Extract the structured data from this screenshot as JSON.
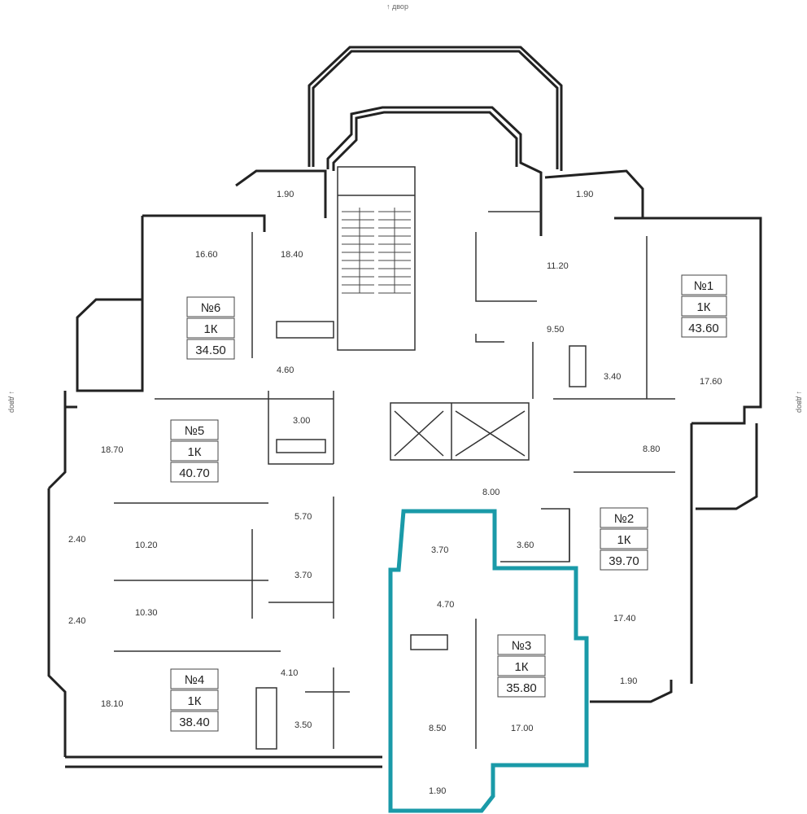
{
  "compass": {
    "top": "↑ двор",
    "left": "↓ двор",
    "right": "↓ двор"
  },
  "areas": {
    "a_1_90_tl": "1.90",
    "a_16_60": "16.60",
    "a_18_40": "18.40",
    "a_4_60": "4.60",
    "a_3_00": "3.00",
    "a_18_70": "18.70",
    "a_5_70": "5.70",
    "a_2_40_a": "2.40",
    "a_10_20": "10.20",
    "a_3_70_l": "3.70",
    "a_2_40_b": "2.40",
    "a_10_30": "10.30",
    "a_4_10": "4.10",
    "a_18_10": "18.10",
    "a_3_50": "3.50",
    "a_1_90_tr": "1.90",
    "a_11_20": "11.20",
    "a_9_50": "9.50",
    "a_3_40": "3.40",
    "a_17_60": "17.60",
    "a_8_80": "8.80",
    "a_8_00": "8.00",
    "a_3_70_c": "3.70",
    "a_3_60": "3.60",
    "a_4_70": "4.70",
    "a_17_40": "17.40",
    "a_1_90_br": "1.90",
    "a_8_50": "8.50",
    "a_17_00": "17.00",
    "a_1_90_b": "1.90"
  },
  "apartments": [
    {
      "number": "№6",
      "type": "1К",
      "area": "34.50"
    },
    {
      "number": "№5",
      "type": "1К",
      "area": "40.70"
    },
    {
      "number": "№4",
      "type": "1К",
      "area": "38.40"
    },
    {
      "number": "№1",
      "type": "1К",
      "area": "43.60"
    },
    {
      "number": "№2",
      "type": "1К",
      "area": "39.70"
    },
    {
      "number": "№3",
      "type": "1К",
      "area": "35.80"
    }
  ],
  "colors": {
    "wall": "#222222",
    "line": "#333333",
    "highlight": "#1a9aa8"
  }
}
